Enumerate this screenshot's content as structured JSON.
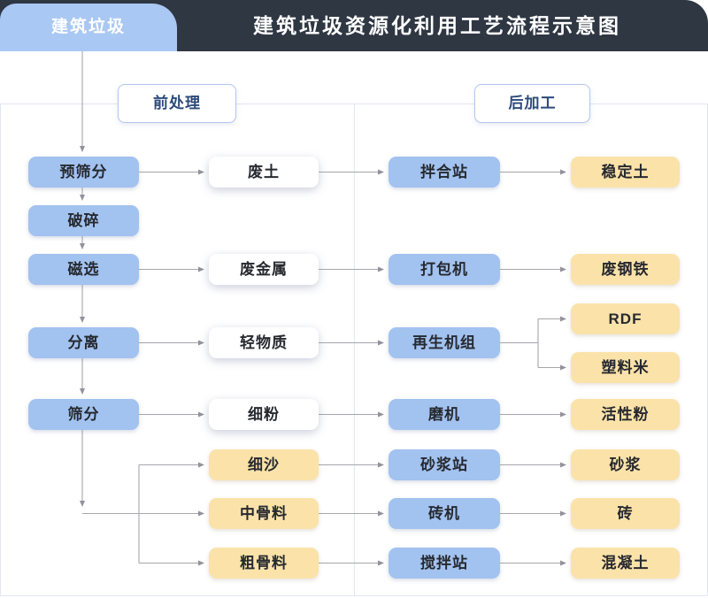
{
  "header": {
    "badge_label": "建筑垃圾",
    "title": "建筑垃圾资源化利用工艺流程示意图"
  },
  "sections": {
    "pre": "前处理",
    "post": "后加工"
  },
  "diagram": {
    "nodes": [
      {
        "id": "pre_screen",
        "label": "预筛分",
        "type": "process"
      },
      {
        "id": "crush",
        "label": "破碎",
        "type": "process"
      },
      {
        "id": "magnetic",
        "label": "磁选",
        "type": "process"
      },
      {
        "id": "separate",
        "label": "分离",
        "type": "process"
      },
      {
        "id": "screen",
        "label": "筛分",
        "type": "process"
      },
      {
        "id": "waste_soil",
        "label": "废土",
        "type": "material"
      },
      {
        "id": "scrap_metal",
        "label": "废金属",
        "type": "material"
      },
      {
        "id": "light_material",
        "label": "轻物质",
        "type": "material"
      },
      {
        "id": "fine_powder",
        "label": "细粉",
        "type": "material"
      },
      {
        "id": "fine_sand",
        "label": "细沙",
        "type": "product"
      },
      {
        "id": "medium_aggregate",
        "label": "中骨料",
        "type": "product"
      },
      {
        "id": "coarse_aggregate",
        "label": "粗骨料",
        "type": "product"
      },
      {
        "id": "mixing_station",
        "label": "拌合站",
        "type": "process"
      },
      {
        "id": "baler",
        "label": "打包机",
        "type": "process"
      },
      {
        "id": "regen_unit",
        "label": "再生机组",
        "type": "process"
      },
      {
        "id": "mill",
        "label": "磨机",
        "type": "process"
      },
      {
        "id": "mortar_station",
        "label": "砂浆站",
        "type": "process"
      },
      {
        "id": "brick_machine",
        "label": "砖机",
        "type": "process"
      },
      {
        "id": "concrete_station",
        "label": "搅拌站",
        "type": "process"
      },
      {
        "id": "stabilized_soil",
        "label": "稳定土",
        "type": "product"
      },
      {
        "id": "scrap_steel",
        "label": "废钢铁",
        "type": "product"
      },
      {
        "id": "rdf",
        "label": "RDF",
        "type": "product"
      },
      {
        "id": "plastic_pellets",
        "label": "塑料米",
        "type": "product"
      },
      {
        "id": "active_powder",
        "label": "活性粉",
        "type": "product"
      },
      {
        "id": "mortar",
        "label": "砂浆",
        "type": "product"
      },
      {
        "id": "brick",
        "label": "砖",
        "type": "product"
      },
      {
        "id": "concrete",
        "label": "混凝土",
        "type": "product"
      }
    ],
    "edges": [
      {
        "from": "建筑垃圾",
        "to": "预筛分"
      },
      {
        "from": "预筛分",
        "to": "破碎"
      },
      {
        "from": "破碎",
        "to": "磁选"
      },
      {
        "from": "磁选",
        "to": "分离"
      },
      {
        "from": "分离",
        "to": "筛分"
      },
      {
        "from": "预筛分",
        "to": "废土"
      },
      {
        "from": "磁选",
        "to": "废金属"
      },
      {
        "from": "分离",
        "to": "轻物质"
      },
      {
        "from": "筛分",
        "to": "细粉"
      },
      {
        "from": "筛分",
        "to": "细沙"
      },
      {
        "from": "筛分",
        "to": "中骨料"
      },
      {
        "from": "筛分",
        "to": "粗骨料"
      },
      {
        "from": "废土",
        "to": "拌合站"
      },
      {
        "from": "废金属",
        "to": "打包机"
      },
      {
        "from": "轻物质",
        "to": "再生机组"
      },
      {
        "from": "细粉",
        "to": "磨机"
      },
      {
        "from": "细沙",
        "to": "砂浆站"
      },
      {
        "from": "中骨料",
        "to": "砖机"
      },
      {
        "from": "粗骨料",
        "to": "搅拌站"
      },
      {
        "from": "拌合站",
        "to": "稳定土"
      },
      {
        "from": "打包机",
        "to": "废钢铁"
      },
      {
        "from": "再生机组",
        "to": "RDF"
      },
      {
        "from": "再生机组",
        "to": "塑料米"
      },
      {
        "from": "磨机",
        "to": "活性粉"
      },
      {
        "from": "砂浆站",
        "to": "砂浆"
      },
      {
        "from": "砖机",
        "to": "砖"
      },
      {
        "from": "搅拌站",
        "to": "混凝土"
      }
    ],
    "colors": {
      "header_bar": "#2f3743",
      "badge": "#a9c8f3",
      "process_box": "#a2c2f0",
      "product_box": "#fbe2a9",
      "material_box": "#ffffff",
      "section_text": "#2d4a7b",
      "section_border": "#b3c6ec",
      "connector": "#a6a6ac",
      "panel_border": "#e2e6f1"
    }
  }
}
